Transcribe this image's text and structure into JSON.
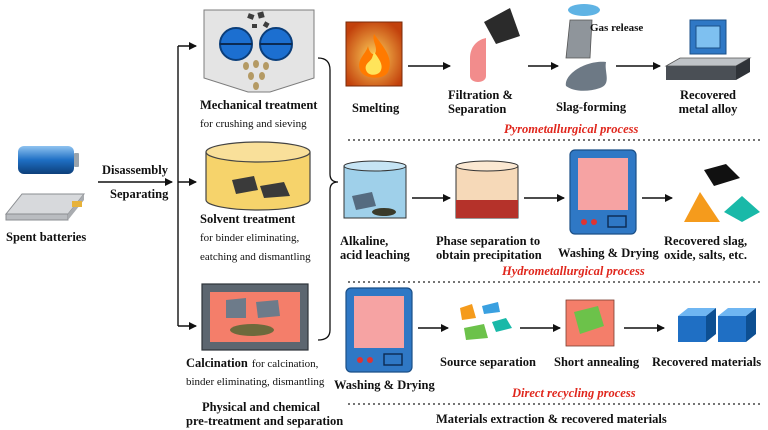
{
  "colors": {
    "process_red": "#e0261c",
    "arrow": "#111111",
    "tablet_blue": "#2f78c5",
    "tablet_screen": "#f6a3a3",
    "solution_yellow": "#f6d36b",
    "calcination_salmon": "#f47e6a"
  },
  "labels": {
    "spent_batteries": "Spent batteries",
    "disassembly": "Disassembly",
    "separating": "Separating",
    "mechanical_title": "Mechanical treatment",
    "mechanical_desc": "for crushing and sieving",
    "solvent_title": "Solvent treatment",
    "solvent_desc_1": "for binder eliminating,",
    "solvent_desc_2": "eatching and dismantling",
    "calcination_title": "Calcination",
    "calcination_desc_1": "for calcination,",
    "calcination_desc_2": "binder eliminating,  dismantling",
    "pretreatment_1": "Physical and chemical",
    "pretreatment_2": "pre-treatment  and separation",
    "smelting": "Smelting",
    "filtration_1": "Filtration  &",
    "filtration_2": "Separation",
    "gas_release": "Gas release",
    "slag_forming": "Slag-forming",
    "recovered_metal_1": "Recovered",
    "recovered_metal_2": "metal alloy",
    "pyro_process": "Pyrometallurgical process",
    "alkaline_1": "Alkaline,",
    "alkaline_2": "acid leaching",
    "phase_sep_1": "Phase separation to",
    "phase_sep_2": "obtain precipitation",
    "washing_drying_hydro": "Washing  &  Drying",
    "recovered_slag_1": "Recovered slag,",
    "recovered_slag_2": "oxide, salts, etc.",
    "hydro_process": "Hydrometallurgical  process",
    "washing_drying_direct": "Washing  &  Drying",
    "source_separation": "Source separation",
    "short_annealing": "Short annealing",
    "recovered_materials": "Recovered materials",
    "direct_process": "Direct recycling process",
    "materials_extraction": "Materials  extraction  &  recovered materials"
  }
}
